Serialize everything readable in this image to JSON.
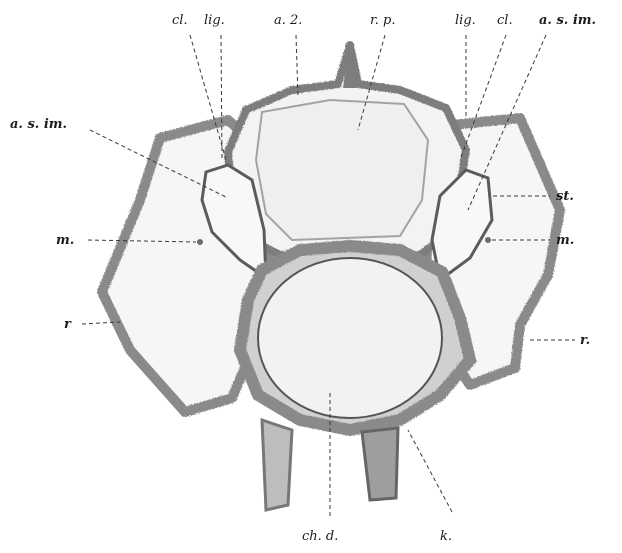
{
  "figure": {
    "labels": {
      "cl_left": "cl.",
      "lig_left": "lig.",
      "a2": "a. 2.",
      "rp": "r. p.",
      "lig_right": "lig.",
      "cl_right": "cl.",
      "asim_right": "a. s. im.",
      "asim_left": "a. s. im.",
      "st": "st.",
      "m_left": "m.",
      "m_right": "m.",
      "r_left": "r",
      "r_right": "r.",
      "chd": "ch. d.",
      "k": "k."
    },
    "colors": {
      "ink": "#1d1d1d",
      "tissue": "#8a8a8a",
      "tissue_dark": "#5c5c5c",
      "fill": "#f2f2f2"
    }
  }
}
